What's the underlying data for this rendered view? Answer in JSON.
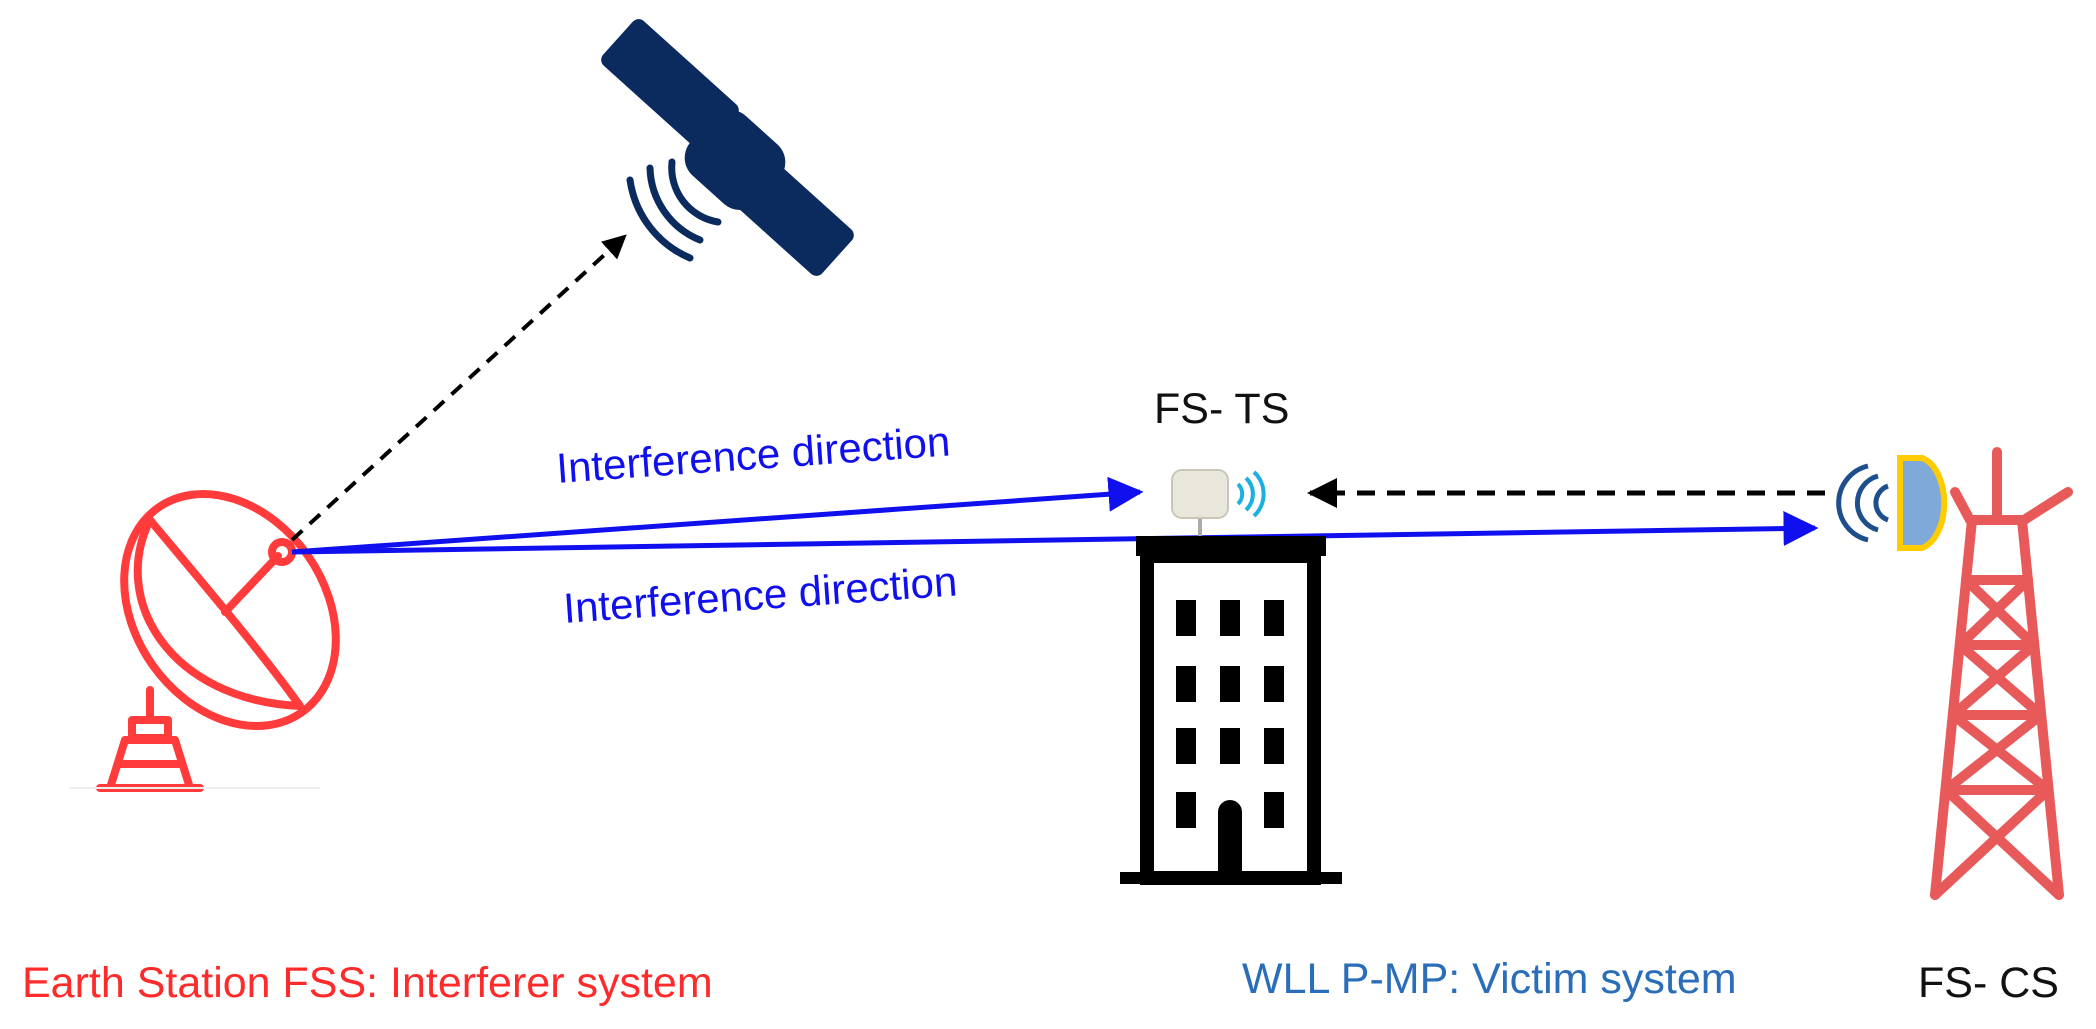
{
  "labels": {
    "interference_upper": "Interference direction",
    "interference_lower": "Interference direction",
    "fs_ts": "FS- TS",
    "fs_cs": "FS- CS",
    "interferer": "Earth Station FSS: Interferer system",
    "victim": "WLL P-MP: Victim system"
  },
  "icons": {
    "satellite": "satellite-icon",
    "earth_station": "satellite-dish-icon",
    "building": "building-icon",
    "terminal": "fs-terminal-icon",
    "tower": "transmission-tower-icon",
    "cs_antenna": "fs-antenna-icon"
  },
  "colors": {
    "interferer": "#ff3b3b",
    "victim_text": "#2a6db8",
    "interference_arrow": "#1010ee",
    "satellite": "#0b2a5e",
    "tower": "#e85a5a",
    "building": "#000000",
    "link_arrow": "#000000"
  }
}
